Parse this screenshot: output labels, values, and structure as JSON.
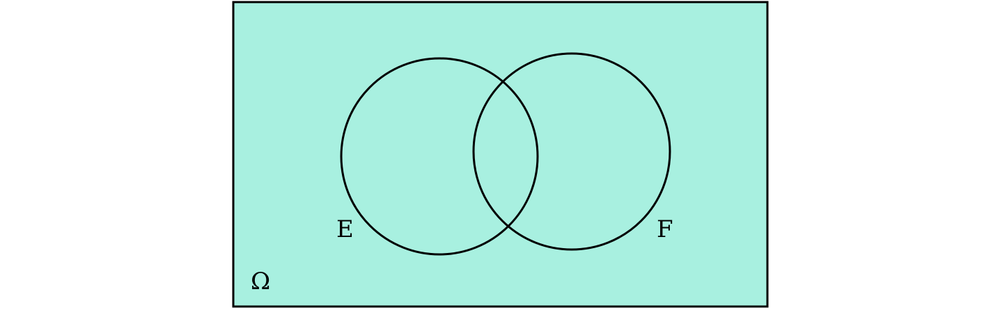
{
  "diagram": {
    "type": "venn",
    "universe_label": "Ω",
    "universe_fill": "#a8f0e0",
    "outline_color": "#000000",
    "sets": [
      {
        "name": "E",
        "label": "E"
      },
      {
        "name": "F",
        "label": "F"
      }
    ]
  }
}
